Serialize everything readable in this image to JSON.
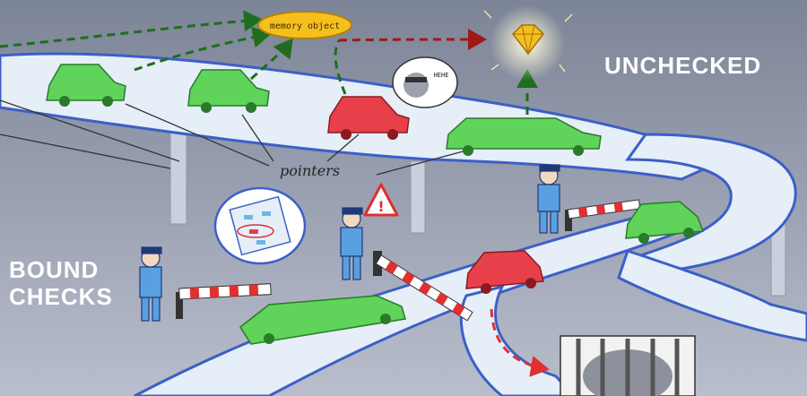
{
  "labels": {
    "unchecked": "UNCHECKED",
    "bound_line1": "BOUND",
    "bound_line2": "CHECKS",
    "pointers": "pointers",
    "memory_object": "memory object",
    "speech": "HEHE"
  },
  "colors": {
    "valid_car": "#5fd35a",
    "invalid_car": "#e8404a",
    "road": "#e6eef8",
    "road_edge": "#3c5fc8",
    "memory_object": "#f5c01e",
    "background_top": "#7e8698",
    "background_bottom": "#b7bccb"
  },
  "icons": [
    "warning-icon",
    "diamond-icon",
    "jail-icon",
    "clipboard-icon"
  ]
}
